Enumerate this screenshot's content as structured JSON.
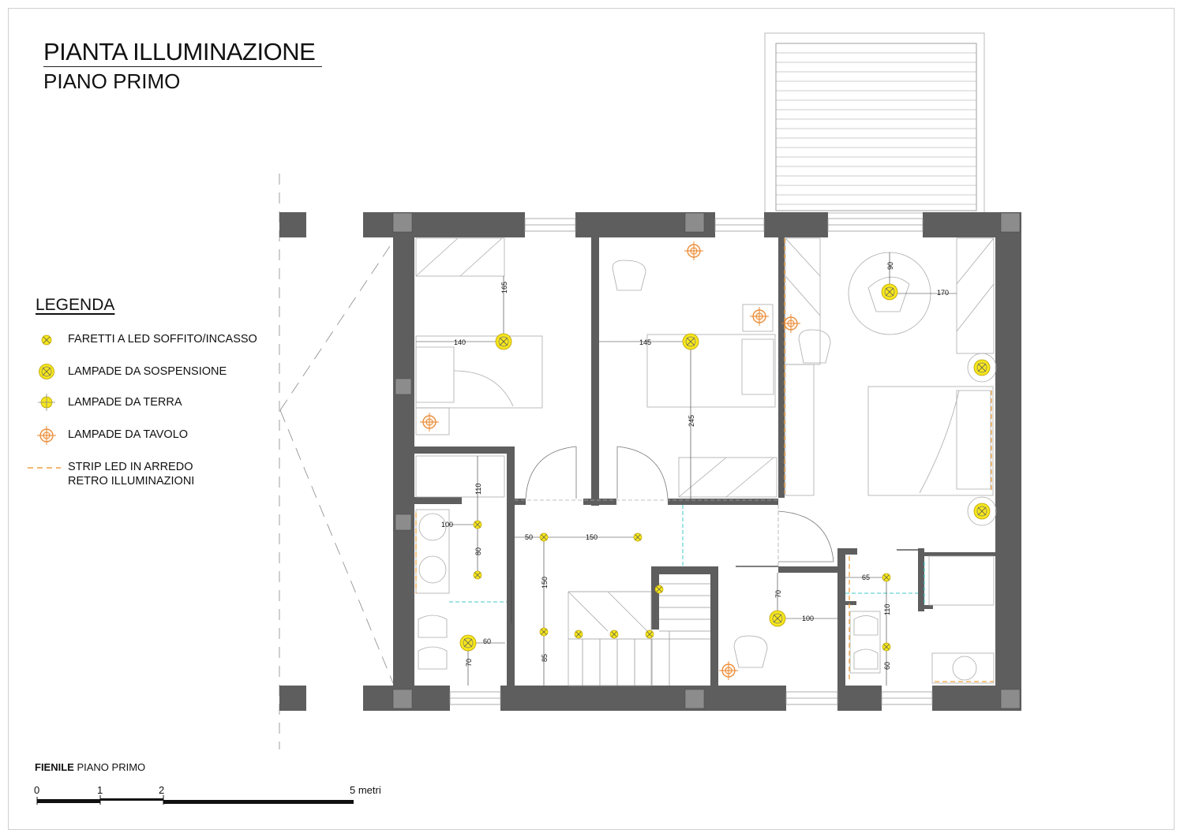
{
  "title": "PIANTA ILLUMINAZIONE",
  "subtitle": "PIANO PRIMO",
  "legend": {
    "heading": "LEGENDA",
    "items": [
      {
        "icon": "faretti-led-icon",
        "label": "FARETTI A LED SOFFITO/INCASSO"
      },
      {
        "icon": "lampada-sospensione-icon",
        "label": "LAMPADE DA SOSPENSIONE"
      },
      {
        "icon": "lampada-terra-icon",
        "label": "LAMPADE DA TERRA"
      },
      {
        "icon": "lampada-tavolo-icon",
        "label": "LAMPADE DA TAVOLO"
      },
      {
        "icon": "strip-led-icon",
        "label": "STRIP LED IN ARREDO",
        "label2": "RETRO ILLUMINAZIONI"
      }
    ]
  },
  "scale": {
    "name_bold": "FIENILE",
    "name_rest": " PIANO PRIMO",
    "ticks": [
      "0",
      "1",
      "2",
      "5 metri"
    ]
  },
  "dimensions": [
    "165",
    "140",
    "145",
    "245",
    "90",
    "170",
    "110",
    "100",
    "80",
    "50",
    "150",
    "150",
    "85",
    "60",
    "70",
    "70",
    "100",
    "65",
    "110",
    "60"
  ],
  "colors": {
    "wall": "#5e5e5e",
    "column": "#8c8c8c",
    "lamp_yellow": "#f6e61c",
    "lamp_orange": "#e8832a",
    "strip_led": "#f0a040",
    "cyan": "#40c8c8"
  }
}
